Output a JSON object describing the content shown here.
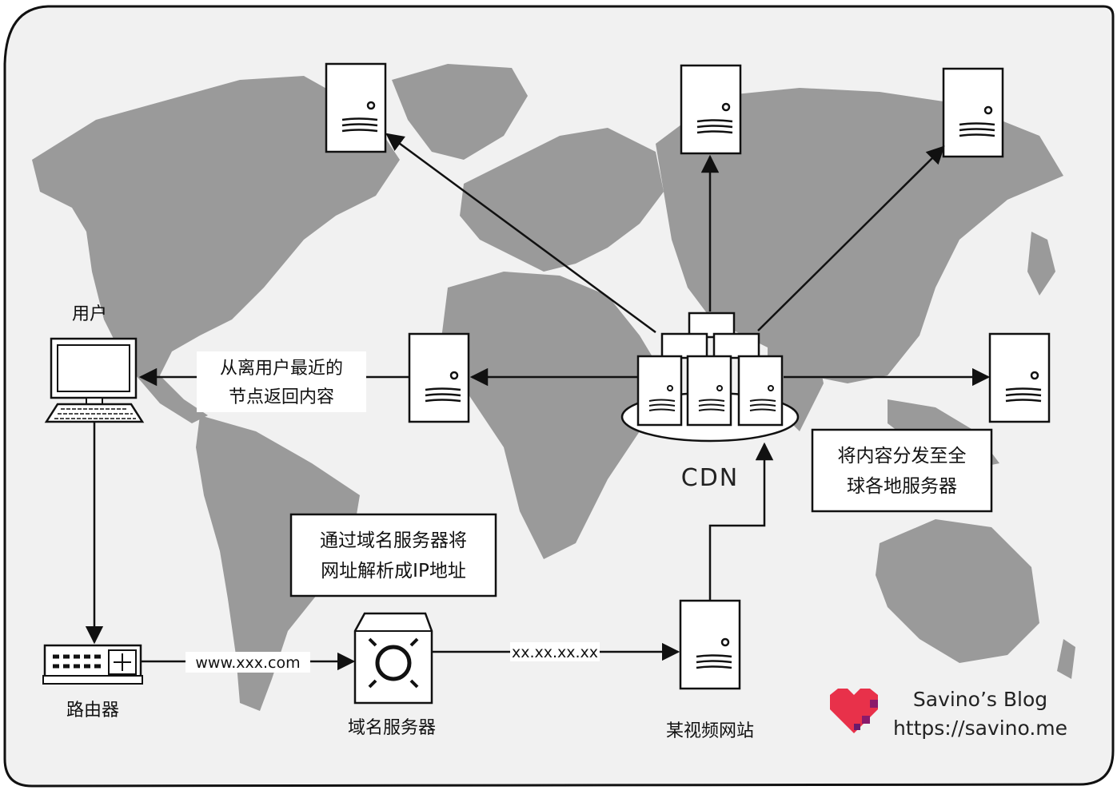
{
  "nodes": {
    "user_label": "用户",
    "router_label": "路由器",
    "dns_label": "域名服务器",
    "origin_label": "某视频网站",
    "cdn_label": "CDN"
  },
  "edges": {
    "user_to_dns_url": "www.xxx.com",
    "dns_to_origin_ip": "xx.xx.xx.xx"
  },
  "annotations": {
    "nearest_line1": "从离用户最近的",
    "nearest_line2": "节点返回内容",
    "dns_line1": "通过域名服务器将",
    "dns_line2": "网址解析成IP地址",
    "distribute_line1": "将内容分发至全",
    "distribute_line2": "球各地服务器"
  },
  "branding": {
    "blog_name": "Savino’s Blog",
    "blog_url": "https://savino.me",
    "heart_color": "#e8314a"
  },
  "colors": {
    "land": "#9a9a9a",
    "sea": "#f1f1f1",
    "stroke": "#111111"
  }
}
